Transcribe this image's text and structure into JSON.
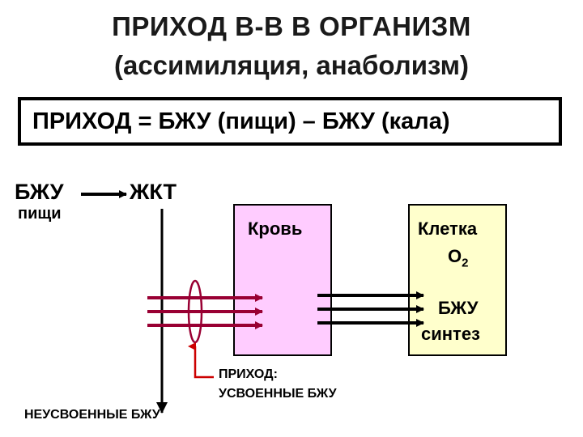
{
  "header": {
    "title": "ПРИХОД В-В В ОРГАНИЗМ",
    "subtitle": "(ассимиляция, анаболизм)"
  },
  "formula": {
    "text": "ПРИХОД = БЖУ (пищи) – БЖУ (кала)"
  },
  "diagram": {
    "source_label": "БЖУ",
    "source_sublabel": "пищи",
    "gi_tract_label": "ЖКТ",
    "blood_label": "Кровь",
    "cell_label": "Клетка",
    "oxygen_label": "O",
    "oxygen_sub": "2",
    "cell_bju_label": "БЖУ",
    "synthesis_label": "синтез",
    "income_line1": "ПРИХОД:",
    "income_line2": "УСВОЕННЫЕ БЖУ",
    "unabsorbed_label": "НЕУСВОЕННЫЕ БЖУ"
  },
  "colors": {
    "blood_fill": "#ffccff",
    "cell_fill": "#ffffcc",
    "absorption_arrows": "#990033",
    "pointer": "#cc0000"
  }
}
